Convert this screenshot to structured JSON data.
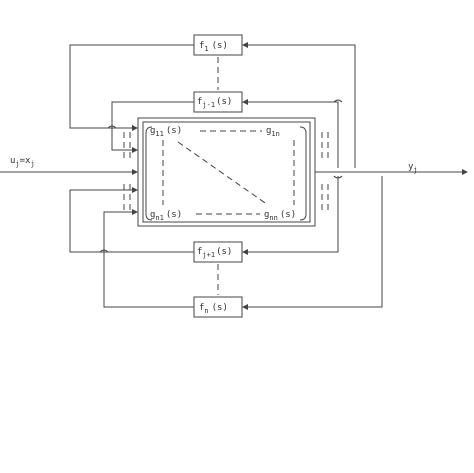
{
  "blocks": {
    "f1": {
      "name": "f",
      "sub": "1",
      "arg": "(s)"
    },
    "fj_minus_1": {
      "name": "f",
      "sub": "j-1",
      "arg": "(s)"
    },
    "fj_plus_1": {
      "name": "f",
      "sub": "j+1",
      "arg": "(s)"
    },
    "fn": {
      "name": "f",
      "sub": "n",
      "arg": "(s)"
    }
  },
  "matrix": {
    "g11": {
      "name": "g",
      "sub": "11",
      "arg": "(s)"
    },
    "g1n": {
      "name": "g",
      "sub": "1n",
      "arg": ""
    },
    "gn1": {
      "name": "g",
      "sub": "n1",
      "arg": "(s)"
    },
    "gnn": {
      "name": "g",
      "sub": "nn",
      "arg": "(s)"
    }
  },
  "signals": {
    "input_u": "u",
    "input_u_sub": "j",
    "input_eq": "=x",
    "input_x_sub": "j",
    "output_y": "y",
    "output_y_sub": "j"
  }
}
